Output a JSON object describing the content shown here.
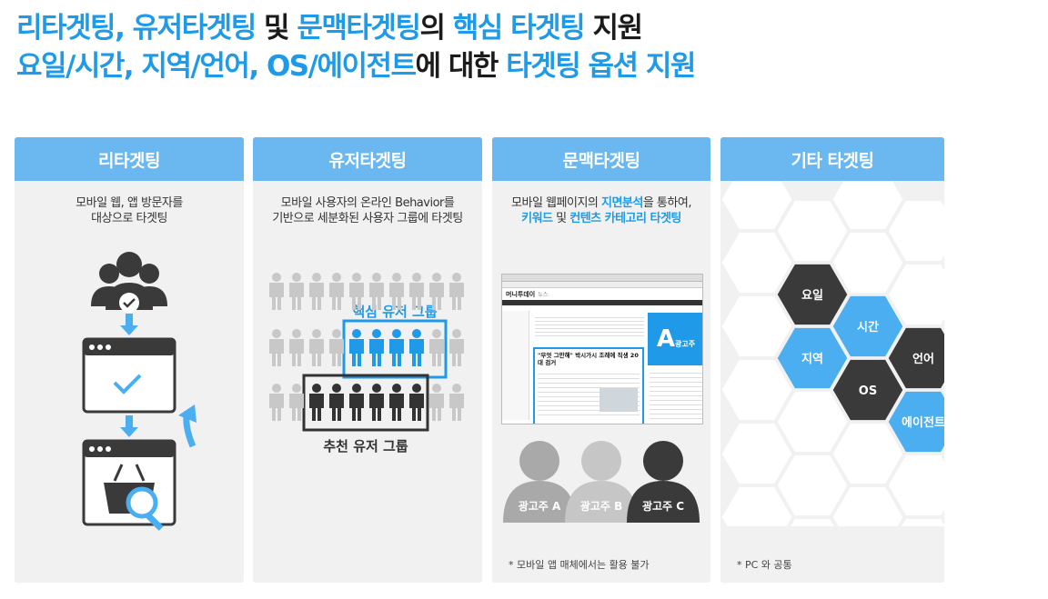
{
  "headline": {
    "line1": [
      {
        "text": "리타겟팅, 유저타겟팅",
        "style": "blue"
      },
      {
        "text": " 및 ",
        "style": "dark"
      },
      {
        "text": "문맥타겟팅",
        "style": "blue"
      },
      {
        "text": "의 ",
        "style": "dark"
      },
      {
        "text": "핵심 타겟팅",
        "style": "blue"
      },
      {
        "text": " 지원",
        "style": "dark"
      }
    ],
    "line2": [
      {
        "text": "요일/시간, 지역/언어, OS/에이전트",
        "style": "blue"
      },
      {
        "text": "에 대한 ",
        "style": "dark"
      },
      {
        "text": "타겟팅 옵션",
        "style": "blue"
      },
      {
        "text": " 지원",
        "style": "blue"
      }
    ]
  },
  "panels": {
    "retargeting": {
      "title": "리타겟팅",
      "desc1": "모바일 웹, 앱 방문자를",
      "desc2": "대상으로 타겟팅"
    },
    "user": {
      "title": "유저타겟팅",
      "desc1": "모바일 사용자의 온라인 Behavior를",
      "desc2": "기반으로 세분화된 사용자 그룹에 타겟팅",
      "core_group": "핵심 유저 그룹",
      "recommended_group": "추천 유저 그룹"
    },
    "context": {
      "title": "문맥타겟팅",
      "desc1_a": "모바일 웹페이지의 ",
      "desc1_b": "지면분석",
      "desc1_c": "을 통하여,",
      "desc2_a": "키워드",
      "desc2_b": " 및 ",
      "desc2_c": "컨텐츠 카테고리 타겟팅",
      "ad_badge_letter": "A",
      "ad_badge_label": "광고주",
      "site_name": "머니투데이",
      "site_section": "뉴스",
      "article_headline": "\"무엇 그만해\" 박시가시 조례에 직생 20대 검거",
      "advertisers": [
        "광고주 A",
        "광고주 B",
        "광고주 C"
      ],
      "footnote": "* 모바일 앱 매체에서는 활용 불가"
    },
    "other": {
      "title": "기타 타겟팅",
      "hexes": [
        "요일",
        "시간",
        "지역",
        "언어",
        "OS",
        "에이전트"
      ],
      "footnote": "* PC 와 공통"
    }
  },
  "colors": {
    "accent": "#1e9ae8",
    "panel_header": "#6bb8f0",
    "panel_bg": "#f1f1f1",
    "dark_hex": "#3a3a3a",
    "light_blue_hex": "#4aaef0"
  }
}
